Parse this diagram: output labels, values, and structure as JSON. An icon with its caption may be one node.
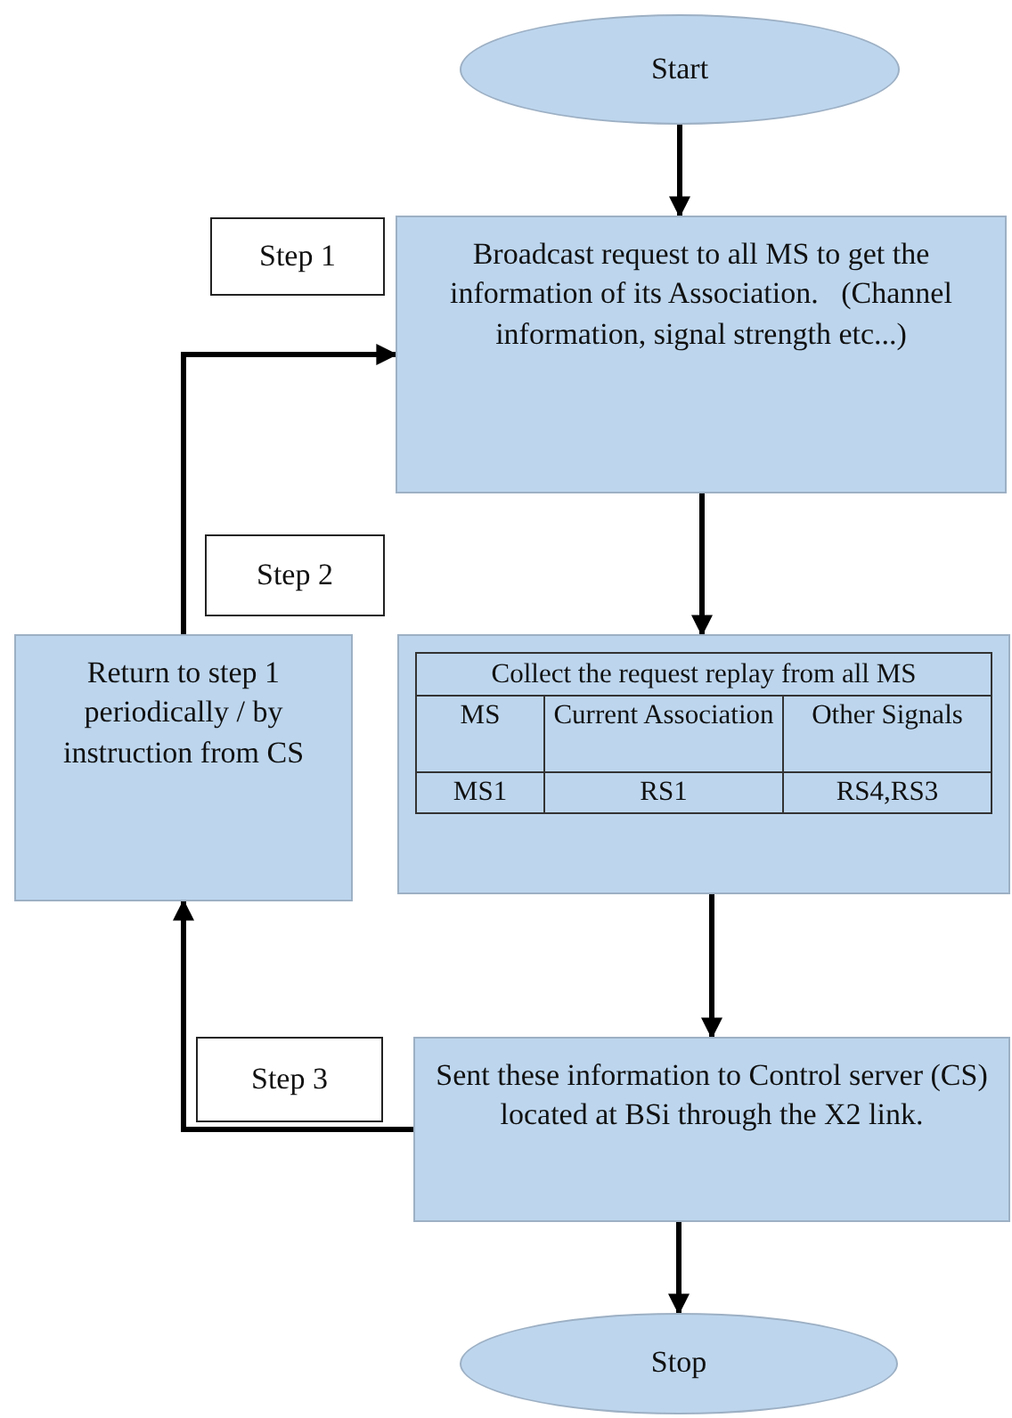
{
  "diagram": {
    "nodes": [
      {
        "text": [
          "Start"
        ]
      },
      {
        "text": [
          "Step 1"
        ]
      },
      {
        "text": [
          "Broadcast request to all MS to get the information of its Association.   (Channel information, signal strength etc...)"
        ]
      },
      {
        "text": [
          "Step 2"
        ]
      },
      {
        "text": [
          "Return to step 1 periodically / by instruction from CS"
        ]
      },
      {
        "text": [
          "Collect the request replay from all MS"
        ]
      },
      {
        "text": [
          "Step 3"
        ]
      },
      {
        "text": [
          "Sent these information to Control server (CS) located at BSi through the X2 link."
        ]
      },
      {
        "text": [
          "Stop"
        ]
      }
    ],
    "edges": [
      {
        "from": 0,
        "to": 2,
        "arrow": "to"
      },
      {
        "from": 2,
        "to": 5,
        "arrow": "to"
      },
      {
        "from": 5,
        "to": 7,
        "arrow": "to"
      },
      {
        "from": 7,
        "to": 8,
        "arrow": "to"
      },
      {
        "from": 7,
        "to": 4,
        "arrow": "to"
      },
      {
        "from": 4,
        "to": 2,
        "arrow": "to"
      }
    ],
    "labels": [
      "MS",
      "Current Association",
      "Other Signals",
      "MS1",
      "RS1",
      "RS4,RS3"
    ]
  }
}
